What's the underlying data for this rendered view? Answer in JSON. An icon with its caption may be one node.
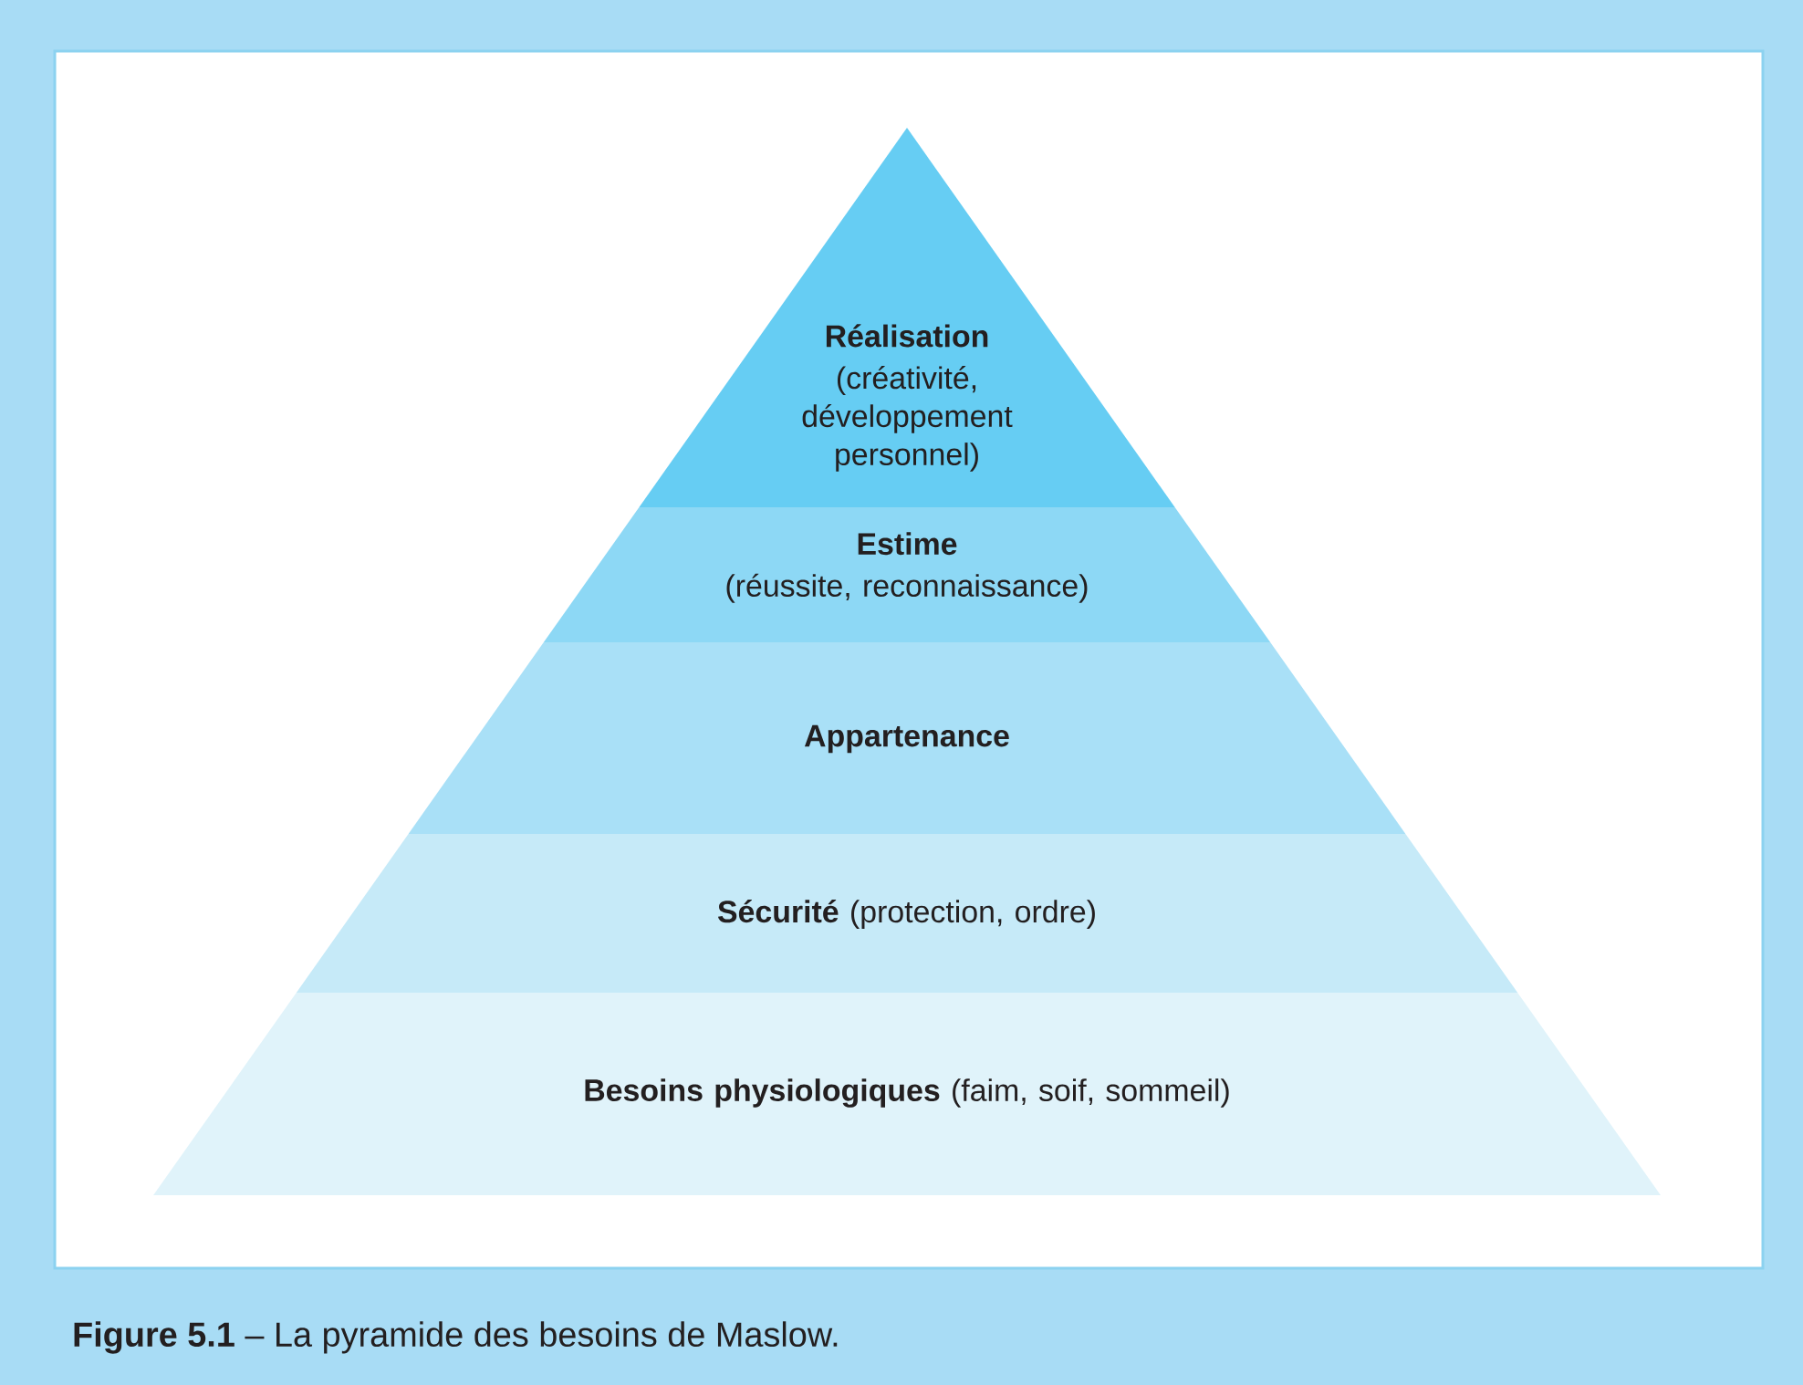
{
  "diagram": {
    "caption": "**Figure 5.1** – La pyramide des besoins de Maslow.",
    "nodes": [
      {
        "text": [
          "Réalisation",
          "(créativité, développement personnel)"
        ]
      },
      {
        "text": [
          "Estime",
          "(réussite, reconnaissance)"
        ]
      },
      {
        "text": [
          "Appartenance"
        ]
      },
      {
        "text": [
          "**Sécurité** (protection, ordre)"
        ]
      },
      {
        "text": [
          "**Besoins physiologiques** (faim, soif, sommeil)"
        ]
      }
    ]
  }
}
